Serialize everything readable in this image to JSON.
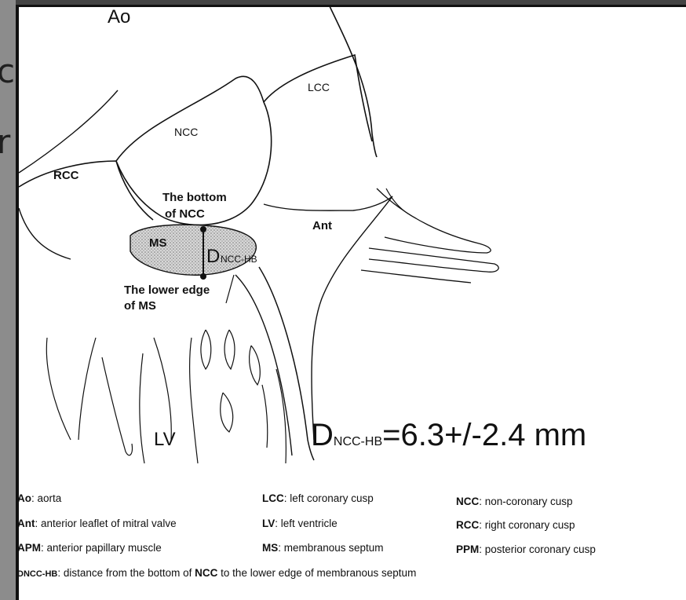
{
  "gutter": {
    "line1": "c",
    "line2": "r"
  },
  "diagram": {
    "labels": {
      "ao": "Ao",
      "lcc": "LCC",
      "ncc": "NCC",
      "rcc": "RCC",
      "bottom_ncc_1": "The bottom",
      "bottom_ncc_2": "of NCC",
      "ant": "Ant",
      "ms": "MS",
      "d_main": "D",
      "d_sub": "NCC-HB",
      "lower_edge_1": "The lower edge",
      "lower_edge_2": "of MS",
      "lv": "LV"
    },
    "measurement": {
      "symbol": "D",
      "subscript": "NCC-HB",
      "value": "=6.3+/-2.4 mm"
    }
  },
  "legend": {
    "col1": [
      {
        "abbr": "Ao",
        "text": ": aorta"
      },
      {
        "abbr": "Ant",
        "text": ": anterior leaflet of mitral valve"
      },
      {
        "abbr": "APM",
        "text": ": anterior papillary muscle"
      }
    ],
    "col2": [
      {
        "abbr": "LCC",
        "text": ": left coronary cusp"
      },
      {
        "abbr": "LV",
        "text": ": left ventricle"
      },
      {
        "abbr": "MS",
        "text": ": membranous septum"
      }
    ],
    "col3": [
      {
        "abbr": "NCC",
        "text": ": non-coronary cusp"
      },
      {
        "abbr": "RCC",
        "text": ": right coronary cusp"
      },
      {
        "abbr": "PPM",
        "text": ": posterior coronary cusp"
      }
    ],
    "footnote": {
      "abbr": "DNCC-HB",
      "text_a": ": distance from the bottom of ",
      "bold_ncc": "NCC",
      "text_b": " to the lower edge of membranous septum"
    }
  }
}
